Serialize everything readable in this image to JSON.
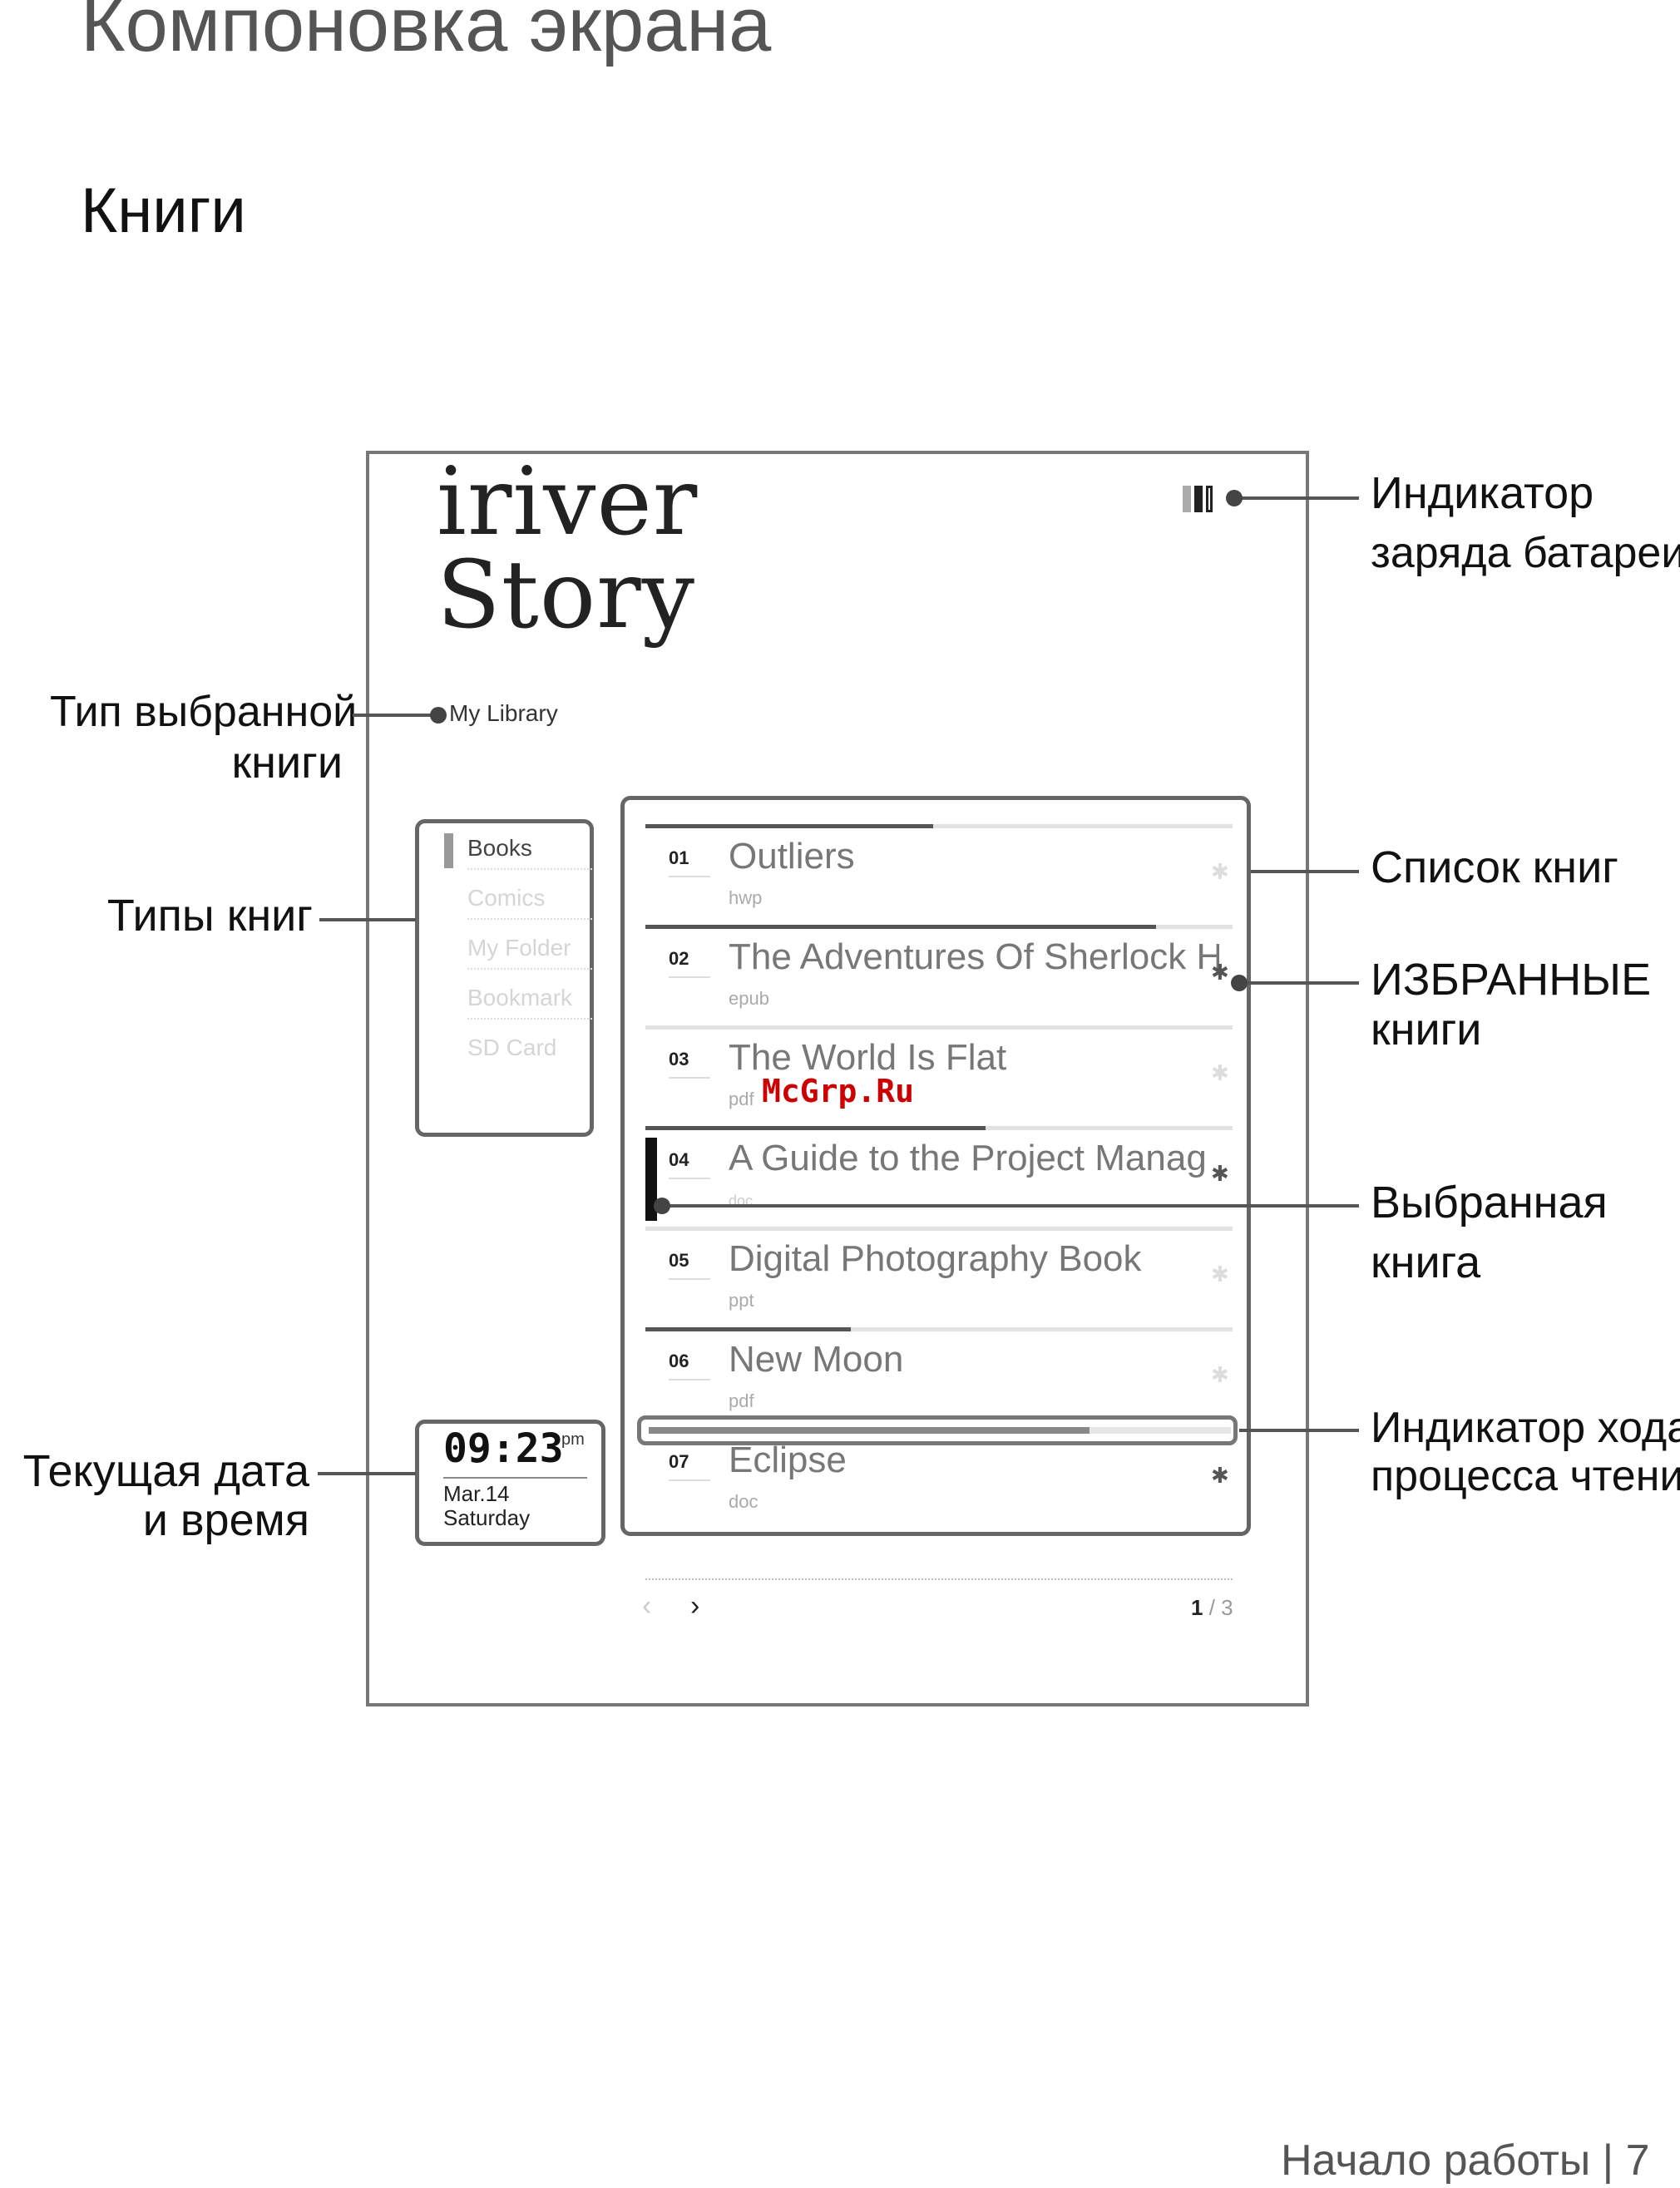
{
  "page": {
    "title": "Компоновка экрана",
    "section": "Книги",
    "footer": "Начало работы | 7"
  },
  "device": {
    "logo_line1": "iriver",
    "logo_line2": "Story",
    "library_label": "My Library",
    "book_types": [
      {
        "label": "Books",
        "active": true
      },
      {
        "label": "Comics",
        "active": false
      },
      {
        "label": "My Folder",
        "active": false
      },
      {
        "label": "Bookmark",
        "active": false
      },
      {
        "label": "SD Card",
        "active": false
      }
    ],
    "books": [
      {
        "num": "01",
        "title": "Outliers",
        "type": "hwp",
        "progress": 0.49,
        "favorite": false
      },
      {
        "num": "02",
        "title": "The Adventures Of Sherlock H",
        "type": "epub",
        "progress": 0.87,
        "favorite": true
      },
      {
        "num": "03",
        "title": "The World Is Flat",
        "type": "pdf",
        "progress": 0,
        "favorite": false
      },
      {
        "num": "04",
        "title": "A Guide to the Project Manag",
        "type": "doc",
        "progress": 0.58,
        "favorite": true,
        "selected": true
      },
      {
        "num": "05",
        "title": "Digital Photography Book",
        "type": "ppt",
        "progress": 0,
        "favorite": false
      },
      {
        "num": "06",
        "title": "New Moon",
        "type": "pdf",
        "progress": 0.35,
        "favorite": false
      },
      {
        "num": "07",
        "title": "Eclipse",
        "type": "doc",
        "progress": 0.76,
        "favorite": true
      }
    ],
    "pagination": {
      "current": "1",
      "total": " / 3"
    },
    "clock": {
      "time": "09:23",
      "ampm": "pm",
      "date": "Mar.14",
      "day": "Saturday"
    },
    "battery_level": 0.66
  },
  "callouts": {
    "battery": [
      "Индикатор",
      "заряда батареи"
    ],
    "book_type_selected": [
      "Тип выбранной",
      "книги"
    ],
    "book_types": "Типы книг",
    "book_list": "Список книг",
    "favorites": [
      "ИЗБРАННЫЕ",
      "книги"
    ],
    "selected_book": [
      "Выбранная",
      "книга"
    ],
    "reading_progress": [
      "Индикатор хода",
      "процесса чтения"
    ],
    "datetime": [
      "Текущая дата",
      "и время"
    ]
  },
  "watermark": "McGrp.Ru",
  "icons": {
    "favorite": "star-icon",
    "prev": "chevron-left-icon",
    "next": "chevron-right-icon",
    "battery": "battery-icon"
  }
}
